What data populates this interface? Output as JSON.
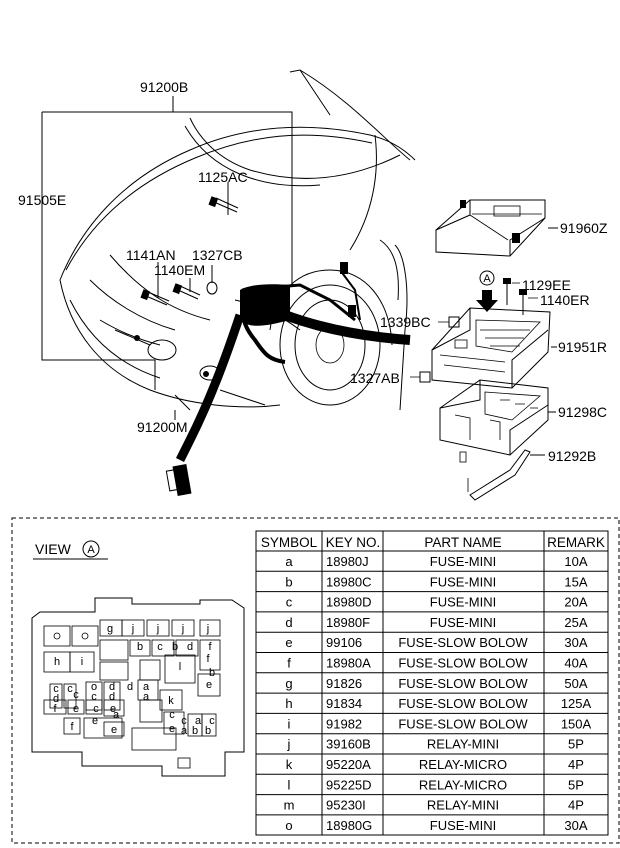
{
  "callouts": {
    "c91200B": "91200B",
    "c91505E": "91505E",
    "c1125AC": "1125AC",
    "c1141AN": "1141AN",
    "c1140EM": "1140EM",
    "c1327CB": "1327CB",
    "c91200M": "91200M",
    "c91960Z": "91960Z",
    "cA": "A",
    "c1129EE": "1129EE",
    "c1140ER": "1140ER",
    "c1339BC": "1339BC",
    "c91951R": "91951R",
    "c1327AB": "1327AB",
    "c91298C": "91298C",
    "c91292B": "91292B"
  },
  "view": {
    "label": "VIEW",
    "letter": "A"
  },
  "table": {
    "headers": {
      "symbol": "SYMBOL",
      "key": "KEY NO.",
      "part": "PART NAME",
      "remark": "REMARK"
    },
    "rows": [
      {
        "symbol": "a",
        "key": "18980J",
        "part": "FUSE-MINI",
        "remark": "10A"
      },
      {
        "symbol": "b",
        "key": "18980C",
        "part": "FUSE-MINI",
        "remark": "15A"
      },
      {
        "symbol": "c",
        "key": "18980D",
        "part": "FUSE-MINI",
        "remark": "20A"
      },
      {
        "symbol": "d",
        "key": "18980F",
        "part": "FUSE-MINI",
        "remark": "25A"
      },
      {
        "symbol": "e",
        "key": "99106",
        "part": "FUSE-SLOW BOLOW",
        "remark": "30A"
      },
      {
        "symbol": "f",
        "key": "18980A",
        "part": "FUSE-SLOW BOLOW",
        "remark": "40A"
      },
      {
        "symbol": "g",
        "key": "91826",
        "part": "FUSE-SLOW BOLOW",
        "remark": "50A"
      },
      {
        "symbol": "h",
        "key": "91834",
        "part": "FUSE-SLOW BOLOW",
        "remark": "125A"
      },
      {
        "symbol": "i",
        "key": "91982",
        "part": "FUSE-SLOW BOLOW",
        "remark": "150A"
      },
      {
        "symbol": "j",
        "key": "39160B",
        "part": "RELAY-MINI",
        "remark": "5P"
      },
      {
        "symbol": "k",
        "key": "95220A",
        "part": "RELAY-MICRO",
        "remark": "4P"
      },
      {
        "symbol": "l",
        "key": "95225D",
        "part": "RELAY-MICRO",
        "remark": "5P"
      },
      {
        "symbol": "m",
        "key": "95230I",
        "part": "RELAY-MINI",
        "remark": "4P"
      },
      {
        "symbol": "o",
        "key": "18980G",
        "part": "FUSE-MINI",
        "remark": "30A"
      }
    ]
  },
  "fuse_box_labels": {
    "g": "g",
    "j1": "j",
    "j2": "j",
    "j3": "j",
    "j4": "j",
    "f1": "f",
    "b1": "b",
    "c1": "c",
    "b2": "b",
    "d1": "d",
    "f2": "f",
    "b3": "b",
    "e1": "e",
    "h": "h",
    "i": "i",
    "l": "l",
    "c2": "c",
    "c3": "c",
    "o1": "o",
    "d2": "d",
    "d3": "d",
    "a1": "a",
    "a2": "a",
    "k": "k",
    "d4": "d",
    "c4": "c",
    "c5": "c",
    "d5": "d",
    "e2": "e",
    "c6": "c",
    "a3": "a",
    "f3": "f",
    "e3": "e",
    "c7": "c",
    "e4": "e",
    "a4": "a",
    "c8": "c",
    "e5": "e",
    "f4": "f",
    "e6": "e",
    "b4": "b",
    "c9": "c",
    "a5": "a",
    "b5": "b"
  }
}
